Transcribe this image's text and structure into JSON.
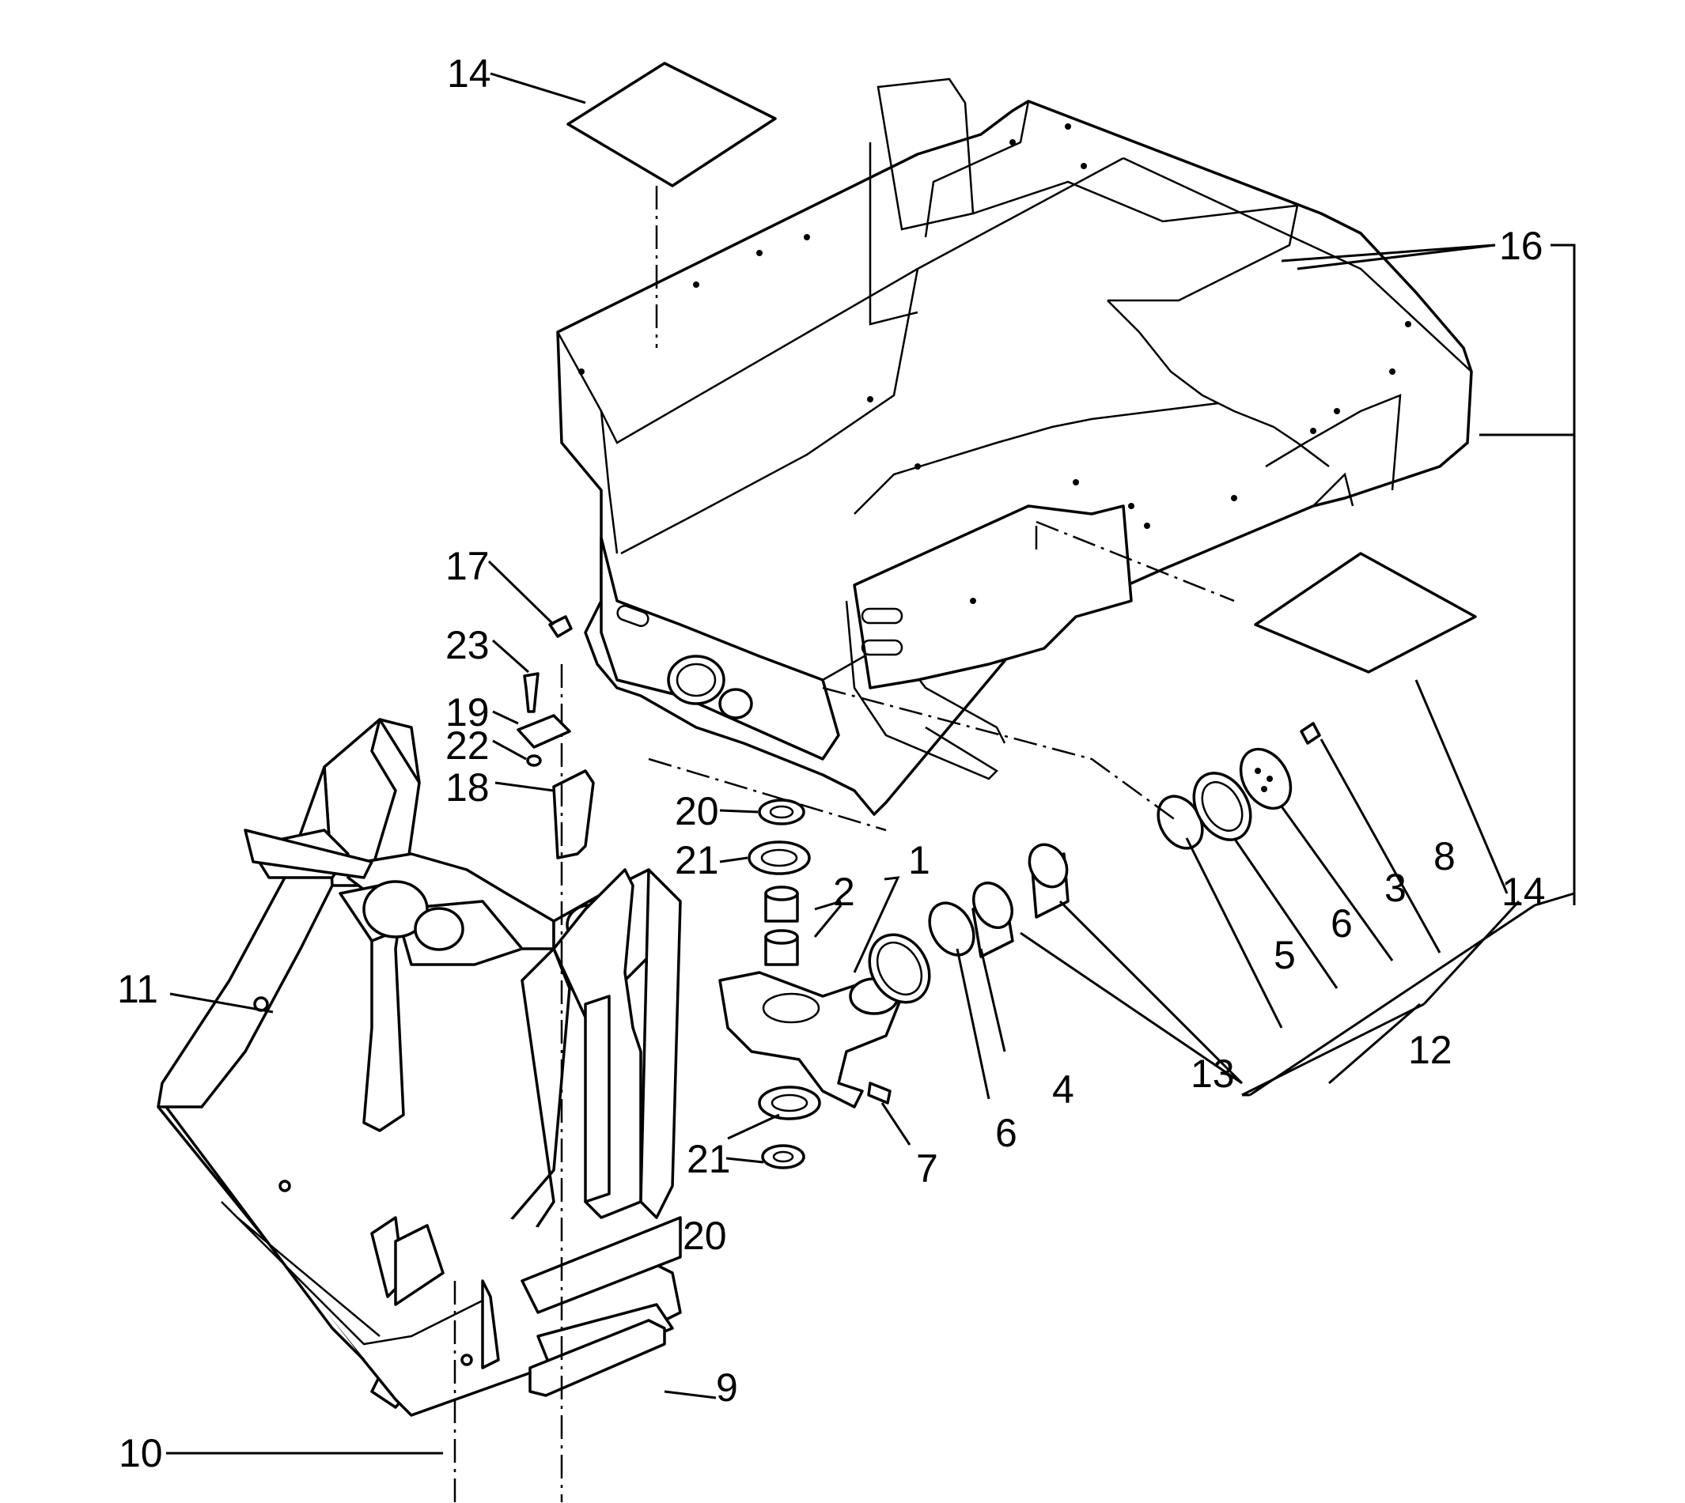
{
  "diagram": {
    "type": "exploded-parts-drawing",
    "callouts": [
      "1",
      "2",
      "3",
      "4",
      "5",
      "6",
      "6",
      "7",
      "8",
      "9",
      "10",
      "11",
      "12",
      "13",
      "14",
      "14",
      "16",
      "17",
      "18",
      "19",
      "20",
      "20",
      "21",
      "21",
      "22",
      "23"
    ]
  }
}
